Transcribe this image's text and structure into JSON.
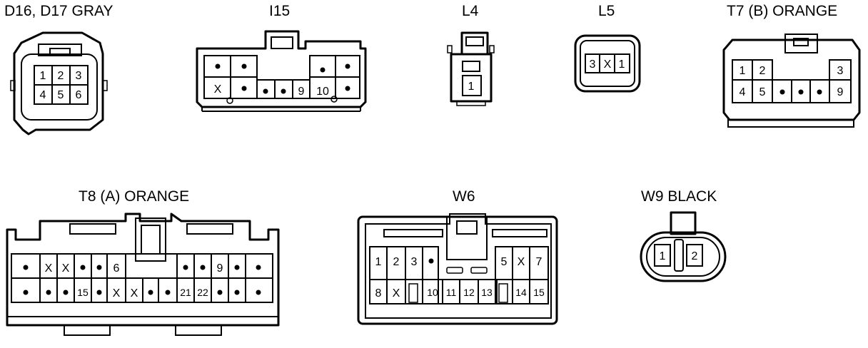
{
  "connectors": {
    "d16": {
      "label": "D16, D17  GRAY",
      "pins": [
        "1",
        "2",
        "3",
        "4",
        "5",
        "6"
      ]
    },
    "i15": {
      "label": "I15",
      "pins": [
        "X",
        "9",
        "10"
      ]
    },
    "l4": {
      "label": "L4",
      "pins": [
        "1"
      ]
    },
    "l5": {
      "label": "L5",
      "pins": [
        "3",
        "X",
        "1"
      ]
    },
    "t7": {
      "label": "T7 (B)  ORANGE",
      "pins": [
        "1",
        "2",
        "3",
        "4",
        "5",
        "9"
      ]
    },
    "t8": {
      "label": "T8 (A)  ORANGE",
      "pins": [
        "X",
        "X",
        "6",
        "9",
        "15",
        "X",
        "X",
        "21",
        "22"
      ]
    },
    "w6": {
      "label": "W6",
      "pins": [
        "1",
        "2",
        "3",
        "5",
        "X",
        "7",
        "8",
        "X",
        "10",
        "11",
        "12",
        "13",
        "14",
        "15"
      ]
    },
    "w9": {
      "label": "W9  BLACK",
      "pins": [
        "1",
        "2"
      ]
    }
  },
  "colors": {
    "line": "#000000",
    "background": "#ffffff"
  }
}
